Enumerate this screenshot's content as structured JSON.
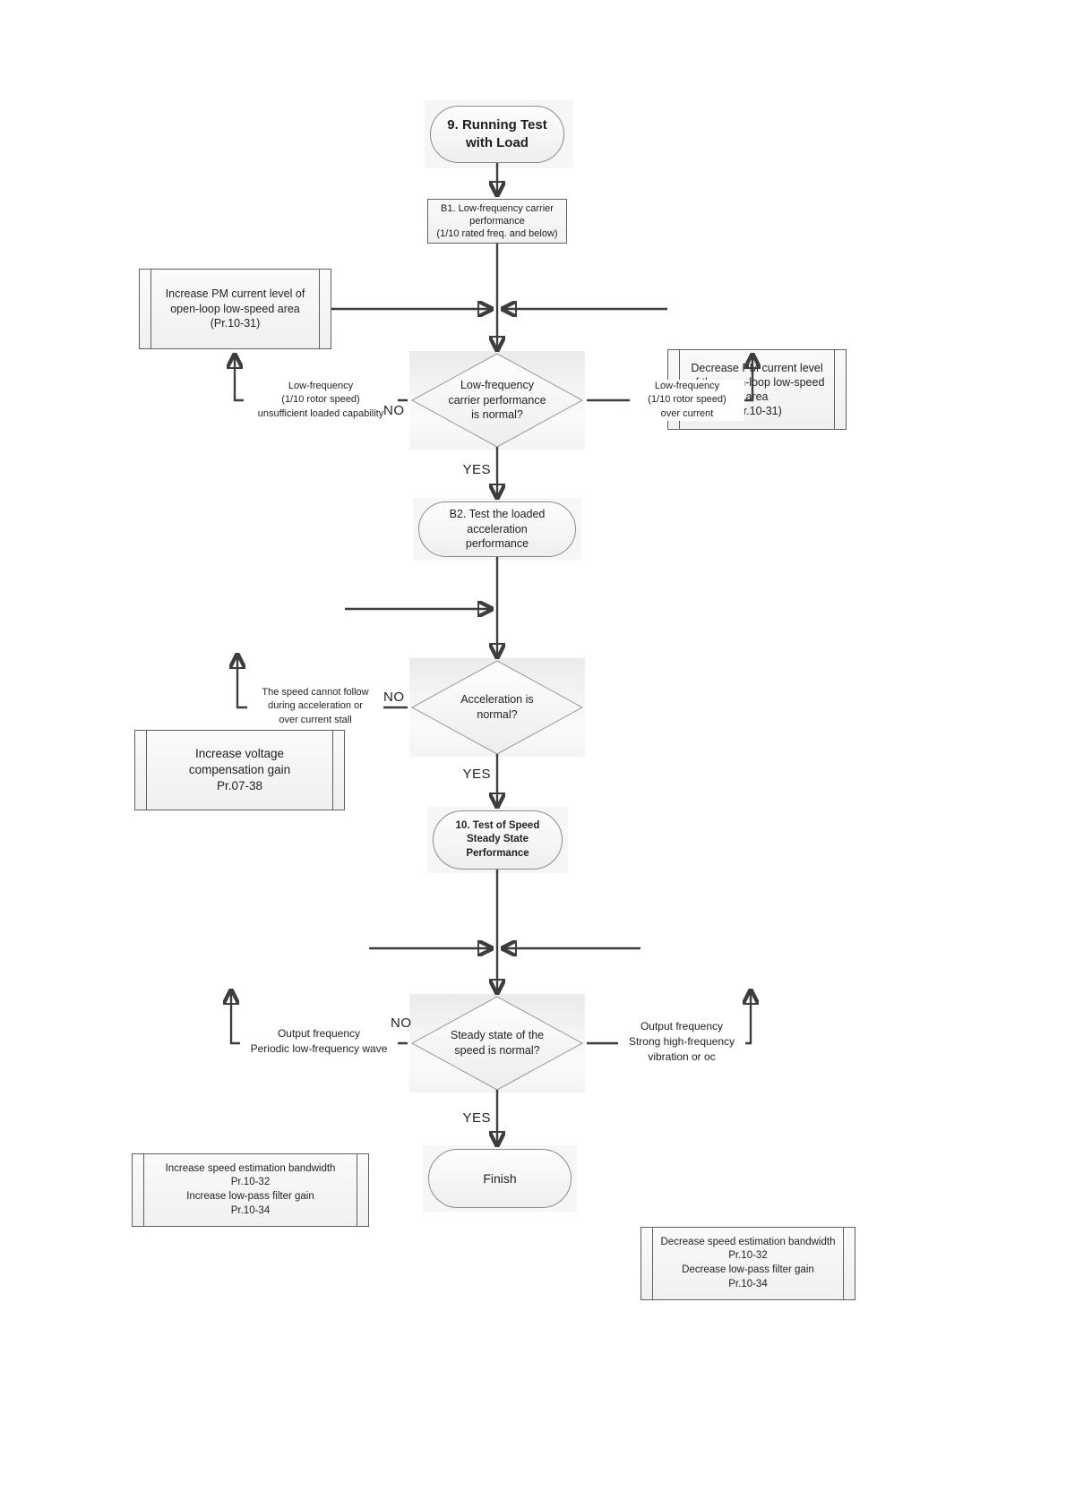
{
  "nodes": {
    "start": "9. Running Test\nwith Load",
    "b1": "B1. Low-frequency carrier\nperformance\n(1/10 rated freq. and below)",
    "increase_pm": "Increase PM current level of\nopen-loop low-speed area\n(Pr.10-31)",
    "decrease_pm": "Decrease PM current level\nof the open-loop low-speed\narea\n(Pr.10-31)",
    "decision1": "Low-frequency\ncarrier performance\nis normal?",
    "b2": "B2. Test the loaded\nacceleration\nperformance",
    "increase_voltage": "Increase voltage\ncompensation gain\nPr.07-38",
    "decision2": "Acceleration is\nnormal?",
    "step10": "10. Test of Speed\nSteady State\nPerformance",
    "increase_bandwidth": "Increase speed estimation bandwidth\nPr.10-32\nIncrease low-pass filter gain\nPr.10-34",
    "decrease_bandwidth": "Decrease speed estimation bandwidth\nPr.10-32\nDecrease low-pass filter gain\nPr.10-34",
    "decision3": "Steady state of the\nspeed is normal?",
    "finish": "Finish"
  },
  "labels": {
    "no1": "NO",
    "yes1": "YES",
    "no1_reason": "Low-frequency\n(1/10 rotor speed)\nunsufficient loaded capability",
    "overcurrent_reason": "Low-frequency\n(1/10 rotor speed)\nover current",
    "no2": "NO",
    "yes2": "YES",
    "no2_reason": "The speed cannot follow\nduring acceleration or\nover current stall",
    "no3": "NO",
    "yes3": "YES",
    "no3_reason": "Output frequency\nPeriodic low-frequency wave",
    "vibration_reason": "Output frequency\nStrong high-frequency\nvibration or oc"
  },
  "colors": {
    "connector": "#3d3d3d",
    "node_border": "#606060",
    "text": "#1f1f1f",
    "node_fill": "#f3f3f3"
  }
}
